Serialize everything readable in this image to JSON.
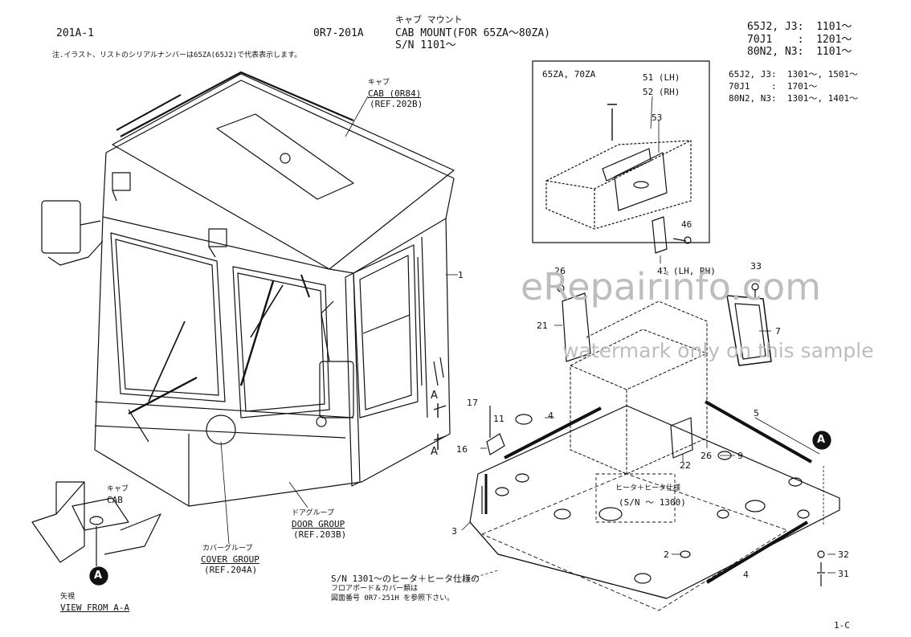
{
  "header": {
    "page_code": "201A-1",
    "group_code": "0R7-201A",
    "title_jp": "キャブ マウント",
    "title_en": "CAB MOUNT(FOR 65ZA～80ZA)",
    "serial": "S/N 1101～",
    "note_jp": "注.イラスト、リストのシリアルナンバーは65ZA(65J2)で代表表示します。"
  },
  "serials_top": [
    "65J2, J3:  1101～",
    "70J1    :  1201～",
    "80N2, N3:  1101～"
  ],
  "serials_mid": [
    "65J2, J3:  1301～, 1501～",
    "70J1    :  1701～",
    "80N2, N3:  1301～, 1401～"
  ],
  "inset": {
    "title": "65ZA, 70ZA",
    "labels": {
      "p51": "51 (LH)",
      "p52": "52 (RH)",
      "p53": "53",
      "p46": "46",
      "p41": "41 (LH, RH)"
    }
  },
  "callouts": {
    "cab_jp": "キャブ",
    "cab_code": "CAB (0R84)",
    "cab_ref": "(REF.202B)",
    "door_jp": "ドアグループ",
    "door": "DOOR GROUP",
    "door_ref": "(REF.203B)",
    "cover_jp": "カバーグループ",
    "cover": "COVER GROUP",
    "cover_ref": "(REF.204A)",
    "heater_jp": "ヒータ＋ヒータ仕様",
    "heater_sn": "(S/N ～ 1300)",
    "note_sn": "S/N 1301～のヒータ＋ヒータ仕様の",
    "note_l2": "フロアボード＆カバー類は",
    "note_l3": "図面番号 0R7-251H を参照下さい。",
    "view_cab_jp": "キャブ",
    "view_cab": "CAB",
    "view_jp": "矢視",
    "view_label": "VIEW FROM A-A"
  },
  "parts": {
    "p1": "1",
    "p2": "2",
    "p3": "3",
    "p4a": "4",
    "p4b": "4",
    "p5": "5",
    "p7": "7",
    "p9": "9",
    "p11": "11",
    "p16": "16",
    "p17": "17",
    "p21": "21",
    "p22": "22",
    "p26a": "26",
    "p26b": "26",
    "p31": "31",
    "p32": "32",
    "p33": "33"
  },
  "markers": {
    "a_label": "A",
    "circle_a": "A"
  },
  "watermark": {
    "main": "eRepairinfo.com",
    "sub": "watermark only on this sample"
  },
  "page_number": "1-C"
}
